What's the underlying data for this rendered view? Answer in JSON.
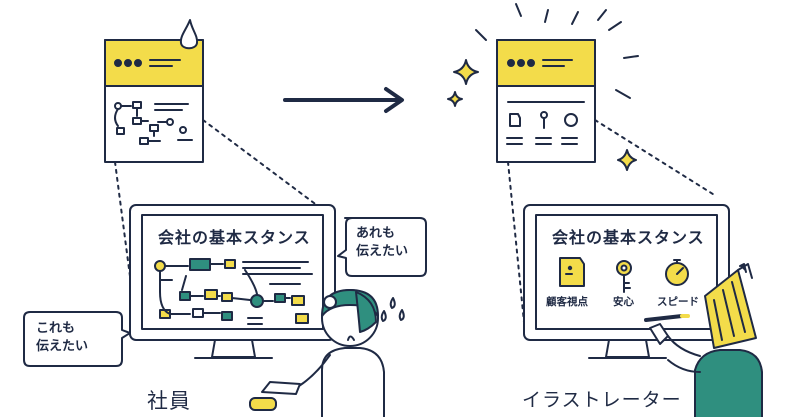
{
  "left": {
    "screen_title": "会社の基本スタンス",
    "bubble_right": "あれも\n伝えたい",
    "bubble_left": "これも\n伝えたい",
    "role_label": "社員"
  },
  "right": {
    "screen_title": "会社の基本スタンス",
    "labels": [
      "顧客視点",
      "安心",
      "スピード"
    ],
    "role_label": "イラストレーター"
  },
  "colors": {
    "navy": "#1f2a44",
    "yellow": "#f3dc4a",
    "teal": "#2f8f7f",
    "white": "#ffffff"
  },
  "icons": [
    "document-icon",
    "key-icon",
    "stopwatch-icon",
    "sparkle-icon",
    "water-drop-icon",
    "arrow-right-icon",
    "pencil-icon"
  ]
}
